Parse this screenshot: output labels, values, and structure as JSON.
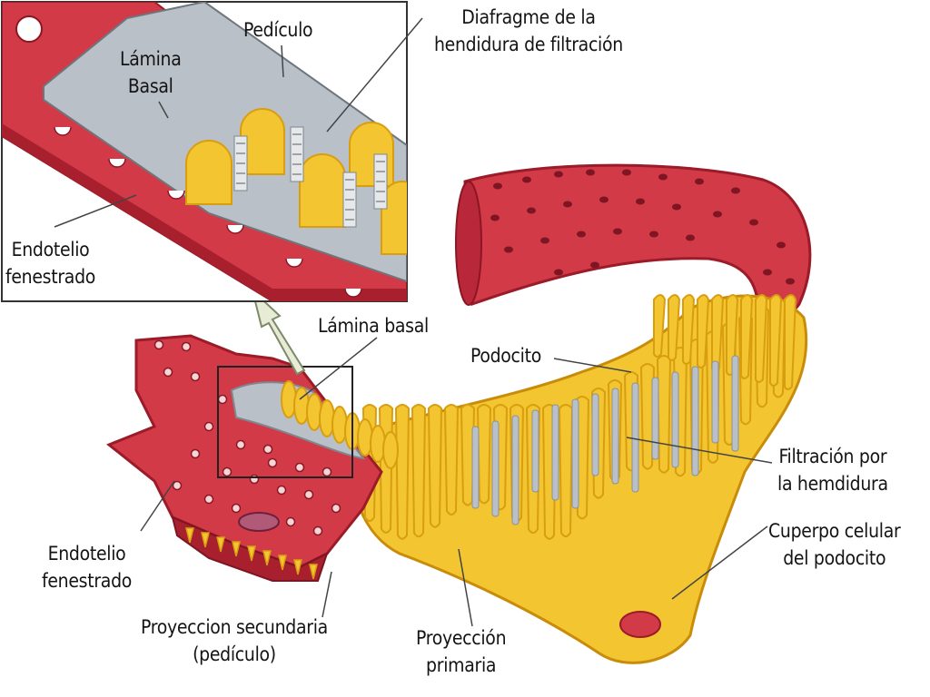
{
  "labels": {
    "inset_lamina_basal": [
      "Lámina",
      "Basal"
    ],
    "pediculo": "Pedículo",
    "diafragma": [
      "Diafragme de la",
      "hendidura de filtración"
    ],
    "inset_endotelio": [
      "Endotelio",
      "fenestrado"
    ],
    "lamina_basal": "Lámina basal",
    "podocito": "Podocito",
    "filtracion": [
      "Filtración por",
      "la hemdidura"
    ],
    "cuerpo_celular": [
      "Cuperpo celular",
      "del podocito"
    ],
    "endotelio": [
      "Endotelio",
      "fenestrado"
    ],
    "proyeccion_secundaria": [
      "Proyeccion secundaria",
      "(pedículo)"
    ],
    "proyeccion_primaria": [
      "Proyección",
      "primaria"
    ]
  },
  "colors": {
    "capillary_red": "#d23a48",
    "capillary_dark": "#a8202e",
    "podocyte_yellow": "#f2c531",
    "podocyte_dark": "#d99e10",
    "basal_gray": "#b9c0c7",
    "pore": "#7e1522",
    "fenestra": "#f4d6d6"
  }
}
